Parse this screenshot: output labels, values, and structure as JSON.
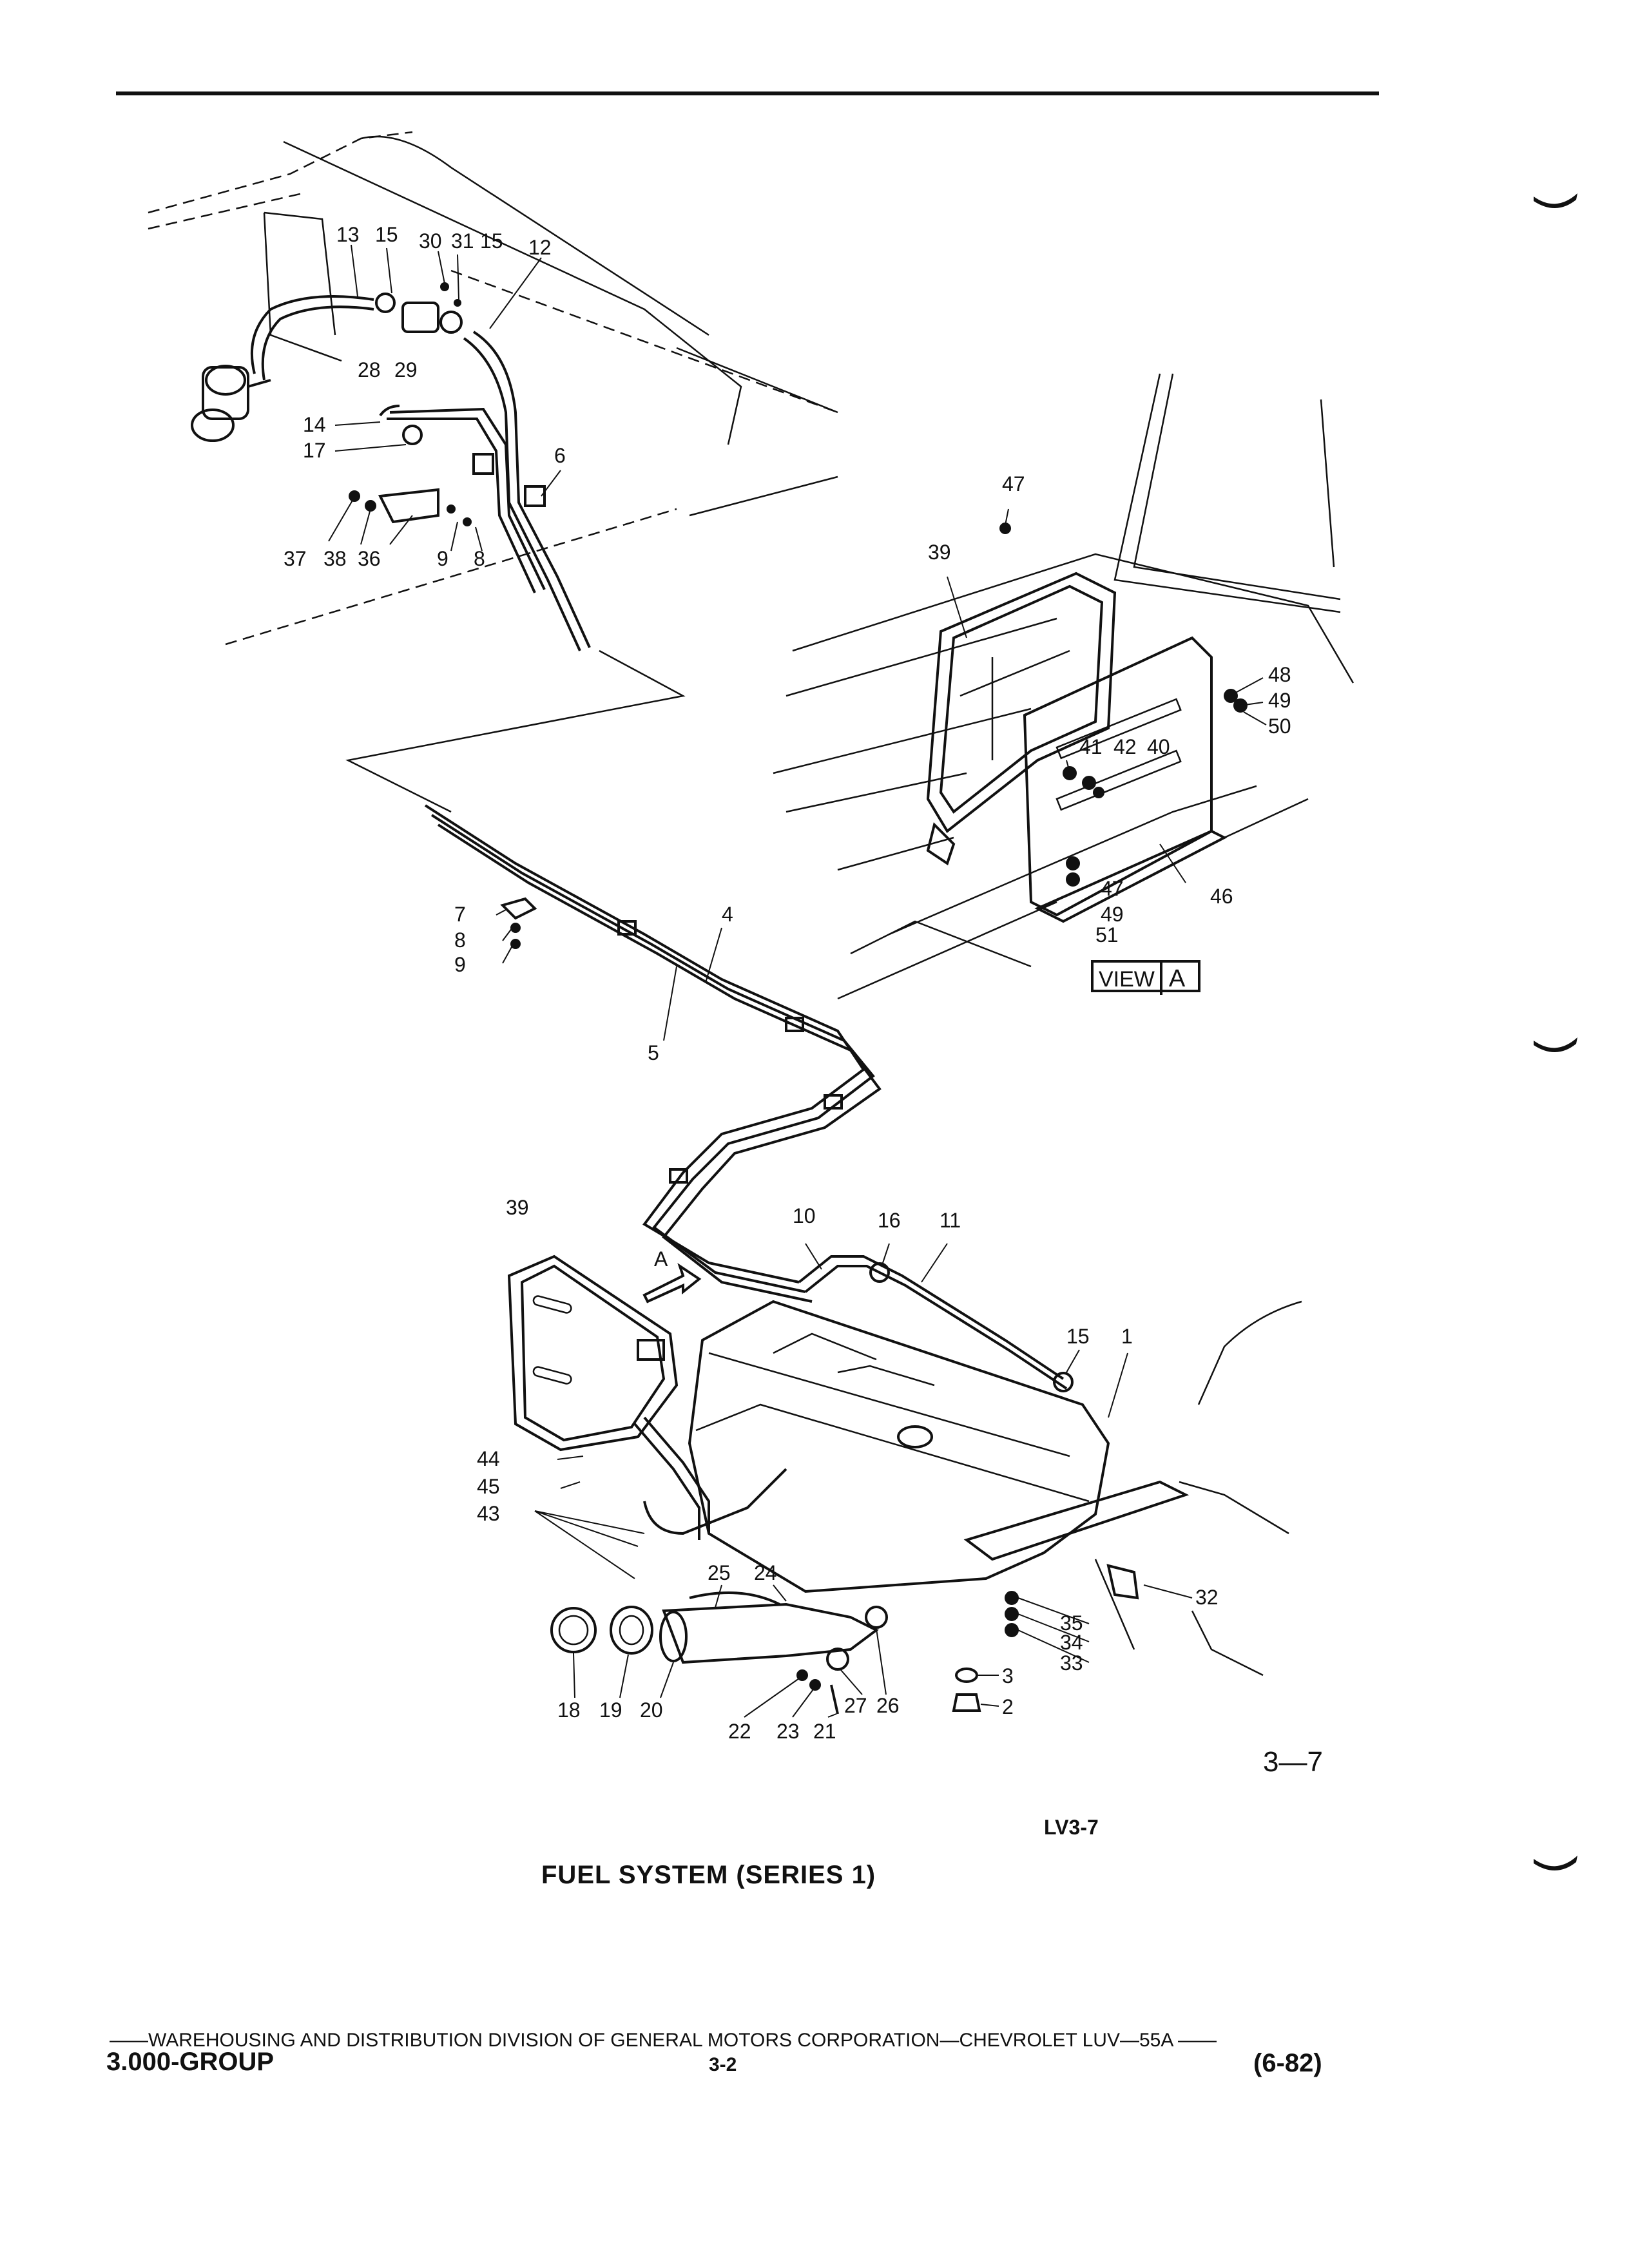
{
  "header": {
    "figure_code": "3—7",
    "plate_code": "LV3-7"
  },
  "view_label": {
    "text": "VIEW",
    "letter": "A"
  },
  "direction_arrow": {
    "letter": "A"
  },
  "callouts": [
    {
      "id": "c13",
      "text": "13"
    },
    {
      "id": "c15a",
      "text": "15"
    },
    {
      "id": "c30",
      "text": "30"
    },
    {
      "id": "c31",
      "text": "31"
    },
    {
      "id": "c15b",
      "text": "15"
    },
    {
      "id": "c12",
      "text": "12"
    },
    {
      "id": "c28",
      "text": "28"
    },
    {
      "id": "c29",
      "text": "29"
    },
    {
      "id": "c14",
      "text": "14"
    },
    {
      "id": "c17",
      "text": "17"
    },
    {
      "id": "c6",
      "text": "6"
    },
    {
      "id": "c37",
      "text": "37"
    },
    {
      "id": "c38",
      "text": "38"
    },
    {
      "id": "c36",
      "text": "36"
    },
    {
      "id": "c9a",
      "text": "9"
    },
    {
      "id": "c8a",
      "text": "8"
    },
    {
      "id": "c47a",
      "text": "47"
    },
    {
      "id": "c39a",
      "text": "39"
    },
    {
      "id": "c48",
      "text": "48"
    },
    {
      "id": "c49a",
      "text": "49"
    },
    {
      "id": "c50",
      "text": "50"
    },
    {
      "id": "c41",
      "text": "41"
    },
    {
      "id": "c42",
      "text": "42"
    },
    {
      "id": "c40",
      "text": "40"
    },
    {
      "id": "c47b",
      "text": "47"
    },
    {
      "id": "c46",
      "text": "46"
    },
    {
      "id": "c49b",
      "text": "49"
    },
    {
      "id": "c51",
      "text": "51"
    },
    {
      "id": "c7",
      "text": "7"
    },
    {
      "id": "c8b",
      "text": "8"
    },
    {
      "id": "c9b",
      "text": "9"
    },
    {
      "id": "c4",
      "text": "4"
    },
    {
      "id": "c5",
      "text": "5"
    },
    {
      "id": "c39b",
      "text": "39"
    },
    {
      "id": "c10",
      "text": "10"
    },
    {
      "id": "c16",
      "text": "16"
    },
    {
      "id": "c11",
      "text": "11"
    },
    {
      "id": "c15c",
      "text": "15"
    },
    {
      "id": "c1",
      "text": "1"
    },
    {
      "id": "c44",
      "text": "44"
    },
    {
      "id": "c45",
      "text": "45"
    },
    {
      "id": "c43",
      "text": "43"
    },
    {
      "id": "c25",
      "text": "25"
    },
    {
      "id": "c24",
      "text": "24"
    },
    {
      "id": "c32",
      "text": "32"
    },
    {
      "id": "c35",
      "text": "35"
    },
    {
      "id": "c34",
      "text": "34"
    },
    {
      "id": "c33",
      "text": "33"
    },
    {
      "id": "c3",
      "text": "3"
    },
    {
      "id": "c2",
      "text": "2"
    },
    {
      "id": "c18",
      "text": "18"
    },
    {
      "id": "c19",
      "text": "19"
    },
    {
      "id": "c20",
      "text": "20"
    },
    {
      "id": "c27",
      "text": "27"
    },
    {
      "id": "c26",
      "text": "26"
    },
    {
      "id": "c22",
      "text": "22"
    },
    {
      "id": "c23",
      "text": "23"
    },
    {
      "id": "c21",
      "text": "21"
    }
  ],
  "caption": "FUEL SYSTEM (SERIES 1)",
  "footer": {
    "distribution_line": "——WAREHOUSING AND DISTRIBUTION  DIVISION OF GENERAL MOTORS CORPORATION—CHEVROLET LUV—55A  ——",
    "group": "3.000-GROUP",
    "page": "3-2",
    "date": "(6-82)"
  }
}
